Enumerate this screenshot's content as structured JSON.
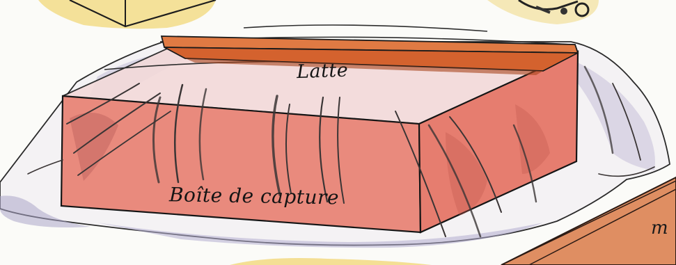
{
  "labels": {
    "bar": "Latte",
    "box": "Boîte de capture",
    "corner_partial": "m"
  },
  "colors": {
    "paper": "#fbfbf8",
    "box_front": "#e98a7d",
    "box_side": "#e67d6f",
    "box_top": "#f3dada",
    "bar": "#d4622e",
    "bar_dark": "#a9441c",
    "sheet": "#f4f2f4",
    "sheet_shadow": "#a9a2c4",
    "wash_yellow": "#f2d87a",
    "ink": "#141414"
  }
}
